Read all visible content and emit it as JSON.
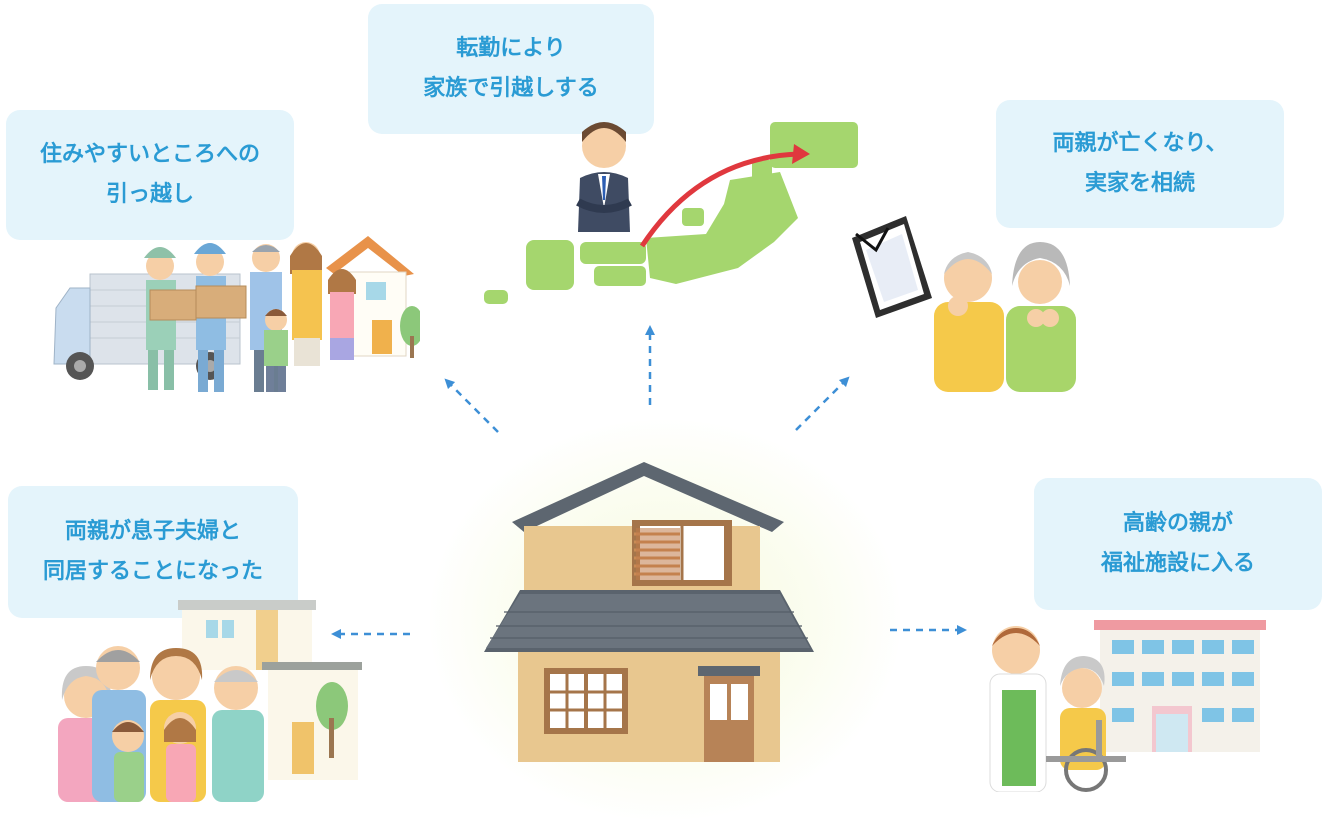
{
  "center": {
    "name": "main-house"
  },
  "scenarios": {
    "move_better_place": {
      "line1": "住みやすいところへの",
      "line2": "引っ越し"
    },
    "job_transfer": {
      "line1": "転勤により",
      "line2": "家族で引越しする"
    },
    "inherit_parents_home": {
      "line1": "両親が亡くなり、",
      "line2": "実家を相続"
    },
    "live_with_son": {
      "line1": "両親が息子夫婦と",
      "line2": "同居することになった"
    },
    "elderly_care_facility": {
      "line1": "高齢の親が",
      "line2": "福祉施設に入る"
    }
  },
  "colors": {
    "bubble_bg": "#e4f4fb",
    "bubble_text": "#2a9bd4",
    "arrow": "#3d8fd6",
    "map_green": "#a5d66e",
    "route_red": "#e0383e"
  },
  "icons": [
    "house-icon",
    "moving-truck-icon",
    "japan-map-icon",
    "businessman-icon",
    "memorial-portrait-icon",
    "care-facility-icon",
    "wheelchair-icon"
  ]
}
